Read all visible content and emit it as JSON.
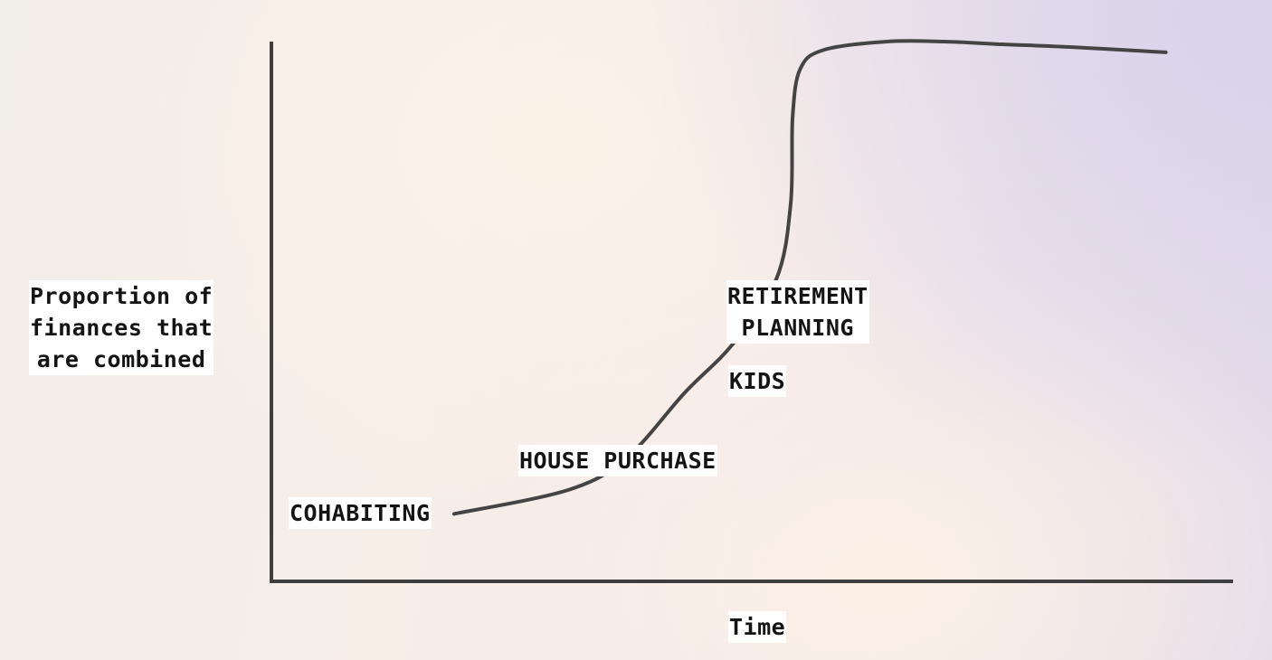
{
  "chart_data": {
    "type": "line",
    "title": "",
    "xlabel": "Time",
    "ylabel": "Proportion of\nfinances that\nare combined",
    "ticks": "none",
    "grid": false,
    "xlim": [
      0,
      100
    ],
    "ylim": [
      0,
      100
    ],
    "series": [
      {
        "x": [
          19,
          31,
          37,
          43,
          48,
          52.5,
          54,
          54.2,
          55,
          57.5,
          64,
          70,
          76,
          83,
          93
        ],
        "y": [
          12.5,
          17,
          23,
          35,
          44,
          56,
          70,
          86,
          95,
          98.5,
          100,
          100,
          99.5,
          99,
          98
        ],
        "color": "#444444"
      }
    ],
    "annotations": [
      {
        "text": "COHABITING"
      },
      {
        "text": "HOUSE PURCHASE"
      },
      {
        "text": "KIDS"
      },
      {
        "text": "RETIREMENT\nPLANNING"
      }
    ]
  }
}
